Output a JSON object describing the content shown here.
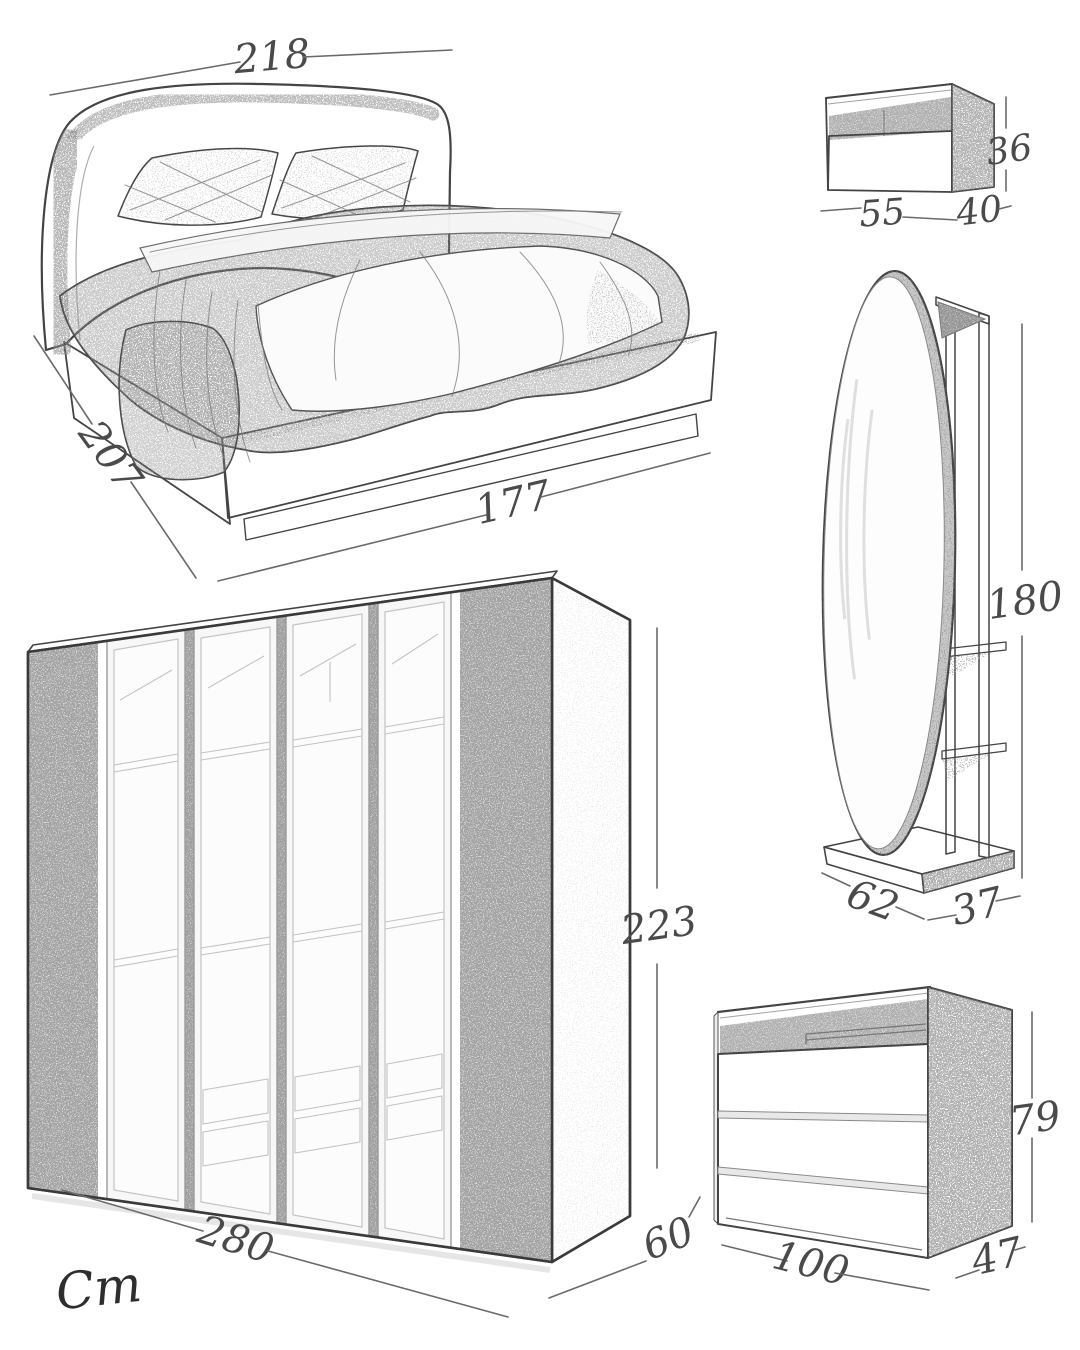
{
  "signature": "Cm",
  "dimensions": {
    "bed": {
      "headboard_width": "218",
      "length": "207",
      "base_width": "177"
    },
    "nightstand": {
      "width": "55",
      "depth": "40",
      "height": "36"
    },
    "mirror": {
      "height": "180",
      "width": "62",
      "depth": "37"
    },
    "wardrobe": {
      "height": "223",
      "width": "280",
      "depth": "60"
    },
    "dresser": {
      "width": "100",
      "depth": "47",
      "height": "79"
    }
  }
}
